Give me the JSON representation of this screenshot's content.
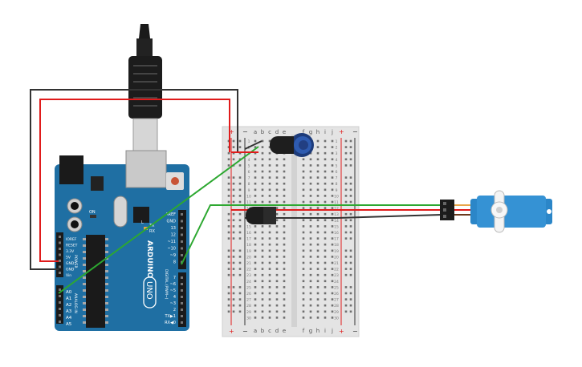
{
  "arduino": {
    "logo_text": "ARDUINO",
    "model_text": "UNO",
    "on_label": "ON",
    "tx_label": "TX",
    "rx_label": "RX",
    "l_label": "L",
    "power_section_label": "POWER",
    "analog_section_label": "ANALOG IN",
    "digital_section_label": "DIGITAL (PWM~)",
    "power_pins": [
      "IOREF",
      "RESET",
      "3.3V",
      "5V",
      "GND",
      "GND",
      "Vin"
    ],
    "analog_pins": [
      "A0",
      "A1",
      "A2",
      "A3",
      "A4",
      "A5"
    ],
    "digital_top_pins": [
      "AREF",
      "GND",
      "13",
      "12",
      "~11",
      "~10",
      "~9",
      "8"
    ],
    "digital_bottom_pins": [
      "7",
      "~6",
      "~5",
      "4",
      "~3",
      "2",
      "TX▶1",
      "RX◀0"
    ]
  },
  "breadboard": {
    "plus_label": "+",
    "minus_label": "−",
    "col_labels_left": [
      "a",
      "b",
      "c",
      "d",
      "e"
    ],
    "col_labels_right": [
      "f",
      "g",
      "h",
      "i",
      "j"
    ],
    "row_numbers": [
      "1",
      "2",
      "3",
      "4",
      "5",
      "6",
      "7",
      "8",
      "9",
      "10",
      "11",
      "12",
      "13",
      "14",
      "15",
      "16",
      "17",
      "18",
      "19",
      "20",
      "21",
      "22",
      "23",
      "24",
      "25",
      "26",
      "27",
      "28",
      "29",
      "30"
    ]
  },
  "colors": {
    "wire_red": "#e01b1b",
    "wire_black": "#333333",
    "wire_green": "#2da831",
    "arduino_blue": "#1f6fa3",
    "servo_blue": "#2b86c8",
    "breadboard": "#e4e4e4"
  }
}
